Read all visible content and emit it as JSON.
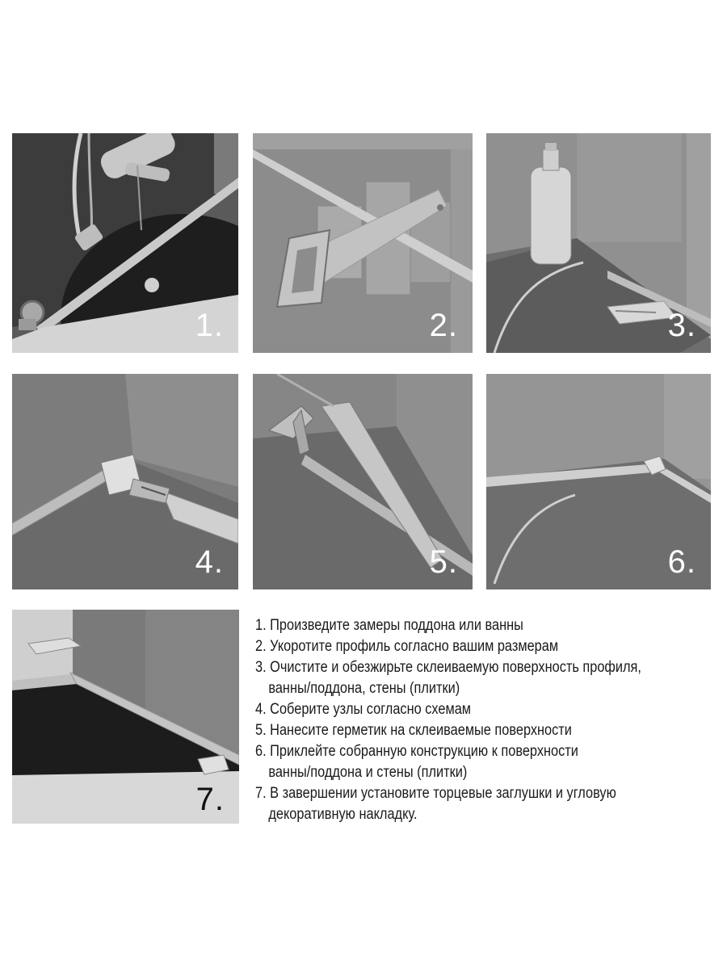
{
  "panels": [
    {
      "number": "1."
    },
    {
      "number": "2."
    },
    {
      "number": "3."
    },
    {
      "number": "4."
    },
    {
      "number": "5."
    },
    {
      "number": "6."
    },
    {
      "number": "7."
    }
  ],
  "steps": [
    "1. Произведите замеры поддона или ванны",
    "2. Укоротите профиль согласно вашим размерам",
    "3. Очистите и обезжирьте склеиваемую поверхность профиля,",
    "ванны/поддона, стены (плитки)",
    "4. Соберите узлы согласно схемам",
    "5. Нанесите герметик на склеиваемые поверхности",
    "6. Приклейте собранную конструкцию к поверхности",
    "ванны/поддона и стены (плитки)",
    "7. В завершении установите торцевые заглушки и угловую",
    "декоративную накладку."
  ]
}
